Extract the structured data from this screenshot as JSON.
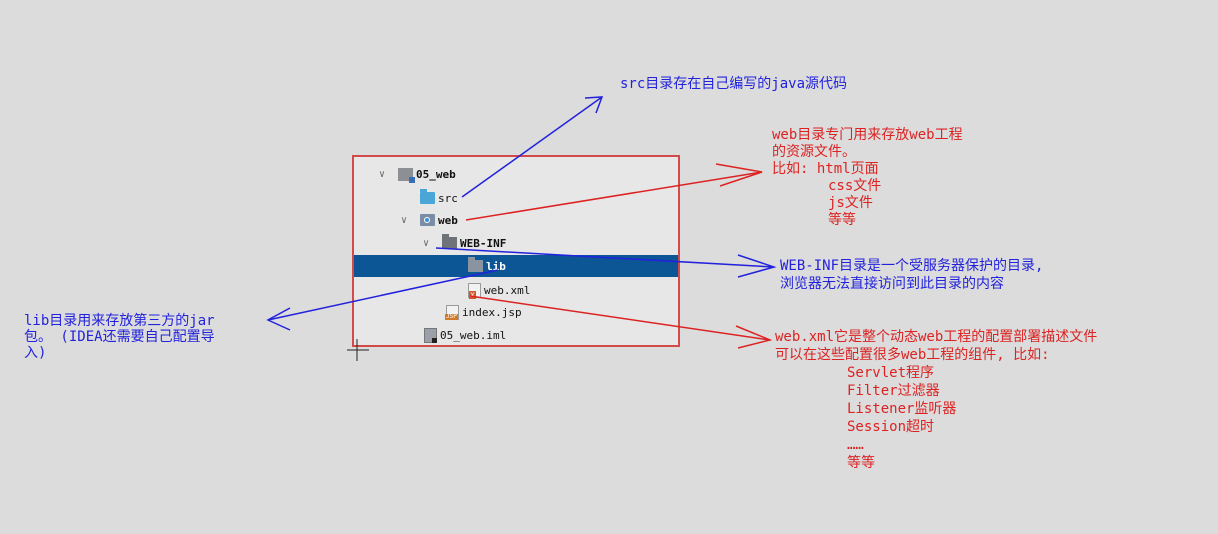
{
  "tree": {
    "items": [
      {
        "label": "05_web",
        "icon": "module-icon"
      },
      {
        "label": "src",
        "icon": "folder-icon"
      },
      {
        "label": "web",
        "icon": "web-folder-icon"
      },
      {
        "label": "WEB-INF",
        "icon": "folder-icon"
      },
      {
        "label": "lib",
        "icon": "folder-icon",
        "selected": true
      },
      {
        "label": "web.xml",
        "icon": "xml-file-icon"
      },
      {
        "label": "index.jsp",
        "icon": "jsp-file-icon"
      },
      {
        "label": "05_web.iml",
        "icon": "iml-file-icon"
      }
    ]
  },
  "annotations": {
    "src": "src目录存在自己编写的java源代码",
    "web": [
      "web目录专门用来存放web工程",
      "的资源文件。",
      "比如: html页面",
      "css文件",
      "js文件",
      "等等"
    ],
    "webinf": [
      "WEB-INF目录是一个受服务器保护的目录,",
      "浏览器无法直接访问到此目录的内容"
    ],
    "lib": [
      "lib目录用来存放第三方的jar",
      "包。 (IDEA还需要自己配置导",
      "入)"
    ],
    "webxml": [
      "web.xml它是整个动态web工程的配置部署描述文件",
      "可以在这些配置很多web工程的组件, 比如:",
      "Servlet程序",
      "Filter过滤器",
      "Listener监听器",
      "Session超时",
      "……",
      "等等"
    ]
  },
  "colors": {
    "blue_note": "#2222dd",
    "red_note": "#dd2222",
    "selection": "#0d5696",
    "panel_border": "#d24a4a"
  }
}
